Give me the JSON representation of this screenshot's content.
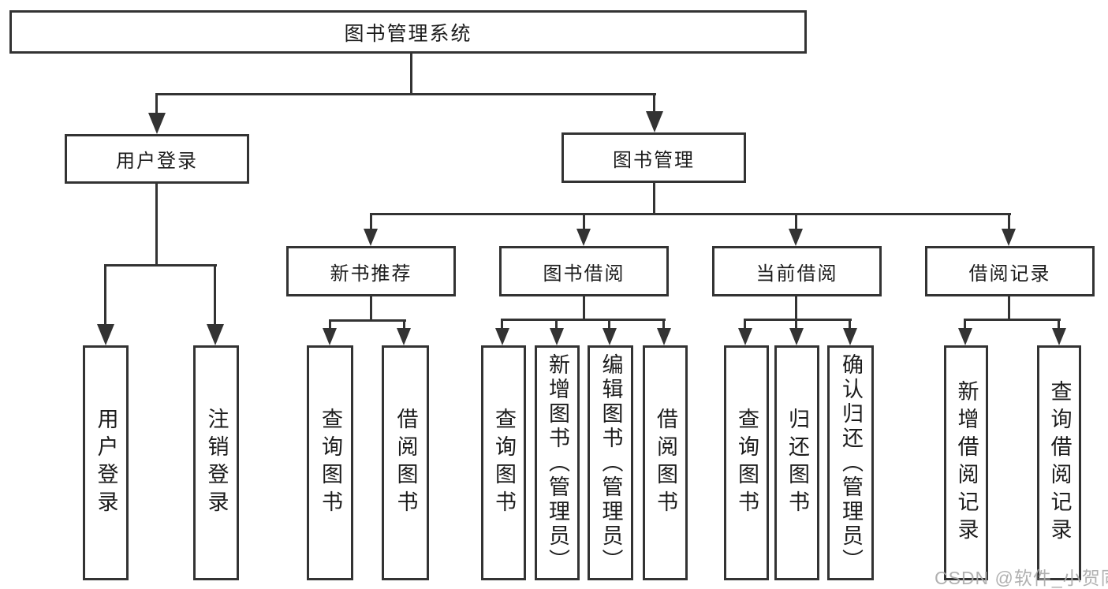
{
  "meta": {
    "background_color": "#ffffff",
    "line_color": "#333333",
    "text_color": "#1c1c1c",
    "watermark_color": "#aaaaaa"
  },
  "watermark": "CSDN @软件_小贺同学",
  "tree": {
    "root": "图书管理系统",
    "branches": [
      {
        "label": "用户登录",
        "children": [
          "用户登录",
          "注销登录"
        ]
      },
      {
        "label": "图书管理",
        "sections": [
          {
            "label": "新书推荐",
            "children": [
              "查询图书",
              "借阅图书"
            ]
          },
          {
            "label": "图书借阅",
            "children": [
              "查询图书",
              "新增图书（管理员）",
              "编辑图书（管理员）",
              "借阅图书"
            ]
          },
          {
            "label": "当前借阅",
            "children": [
              "查询图书",
              "归还图书",
              "确认归还（管理员）"
            ]
          },
          {
            "label": "借阅记录",
            "children": [
              "新增借阅记录",
              "查询借阅记录"
            ]
          }
        ]
      }
    ]
  }
}
